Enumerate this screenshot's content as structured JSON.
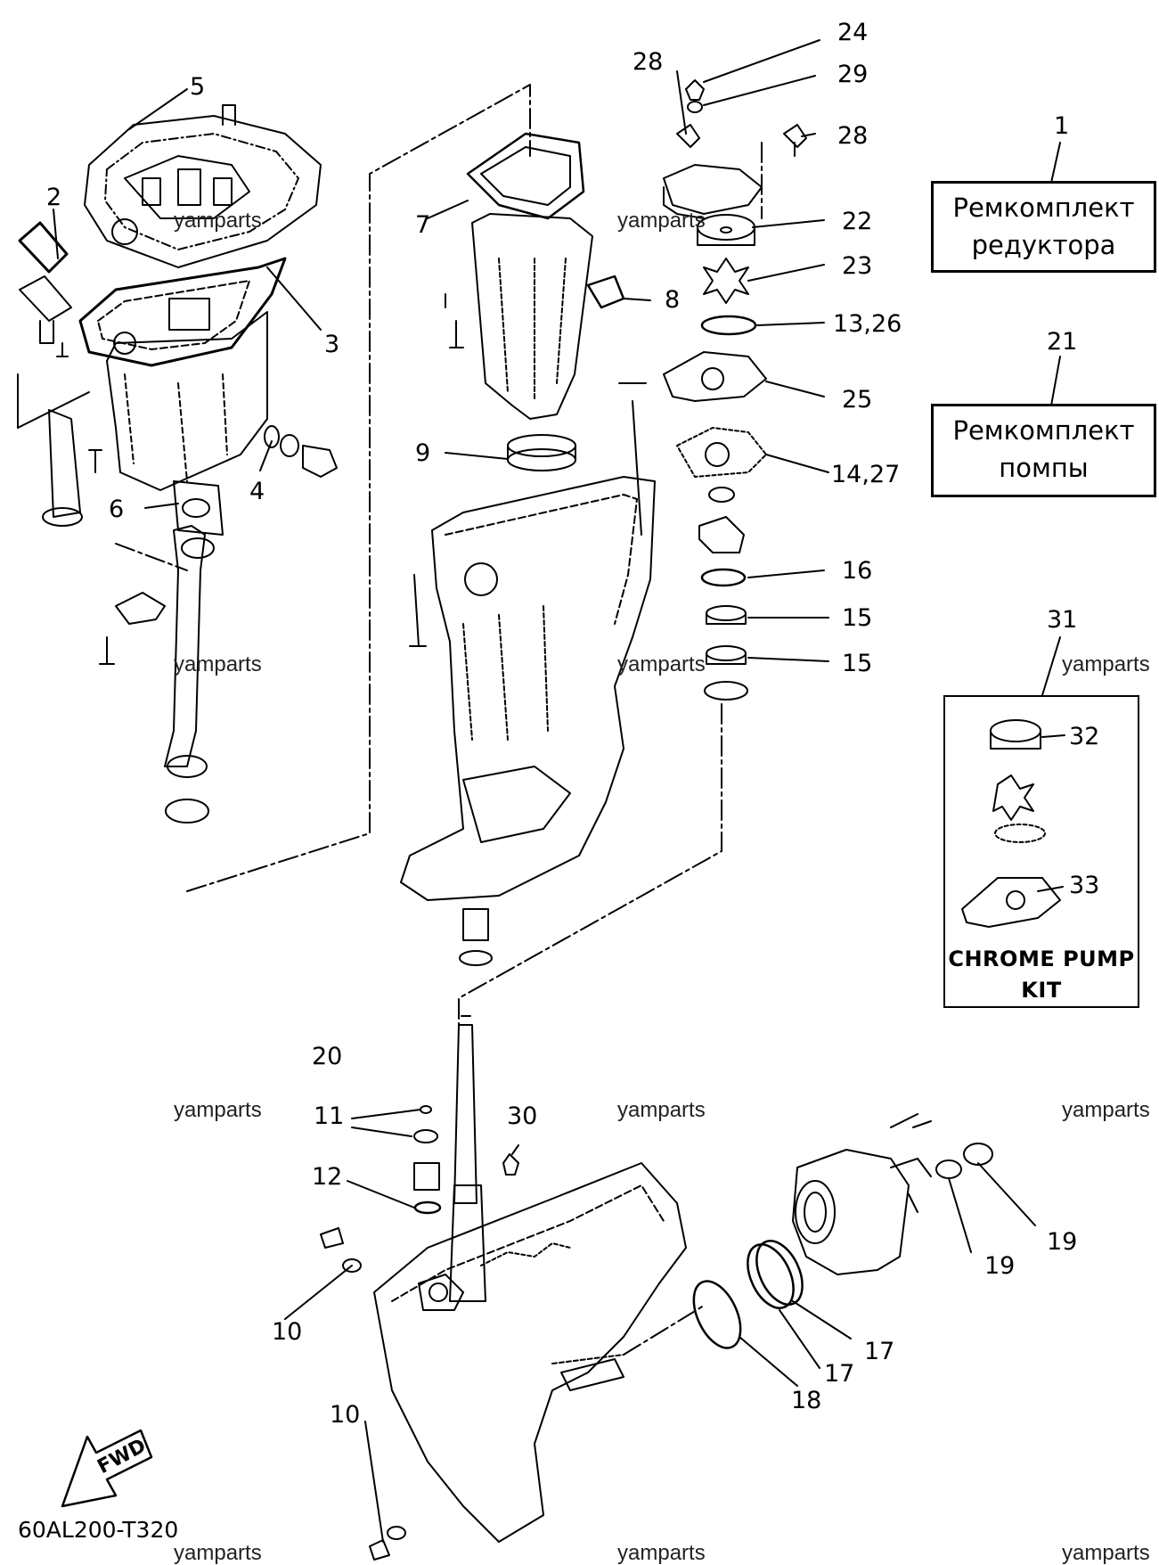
{
  "diagram": {
    "code": "60AL200-T320",
    "watermark": "yamparts",
    "fwd_label": "FWD",
    "callouts": {
      "c1": "1",
      "c2": "2",
      "c3": "3",
      "c4": "4",
      "c5": "5",
      "c6": "6",
      "c7": "7",
      "c8": "8",
      "c9": "9",
      "c10a": "10",
      "c10b": "10",
      "c11": "11",
      "c12": "12",
      "c13_26": "13,26",
      "c14_27": "14,27",
      "c15a": "15",
      "c15b": "15",
      "c16": "16",
      "c17a": "17",
      "c17b": "17",
      "c18": "18",
      "c19a": "19",
      "c19b": "19",
      "c20": "20",
      "c21": "21",
      "c22": "22",
      "c23": "23",
      "c24": "24",
      "c25": "25",
      "c28a": "28",
      "c28b": "28",
      "c29": "29",
      "c30": "30",
      "c31": "31",
      "c32": "32",
      "c33": "33"
    },
    "kit_gearbox": {
      "line1": "Ремкомплект",
      "line2": "редуктора"
    },
    "kit_pump": {
      "line1": "Ремкомплект",
      "line2": "помпы"
    },
    "chrome_kit": {
      "line1": "CHROME PUMP",
      "line2": "KIT"
    }
  }
}
